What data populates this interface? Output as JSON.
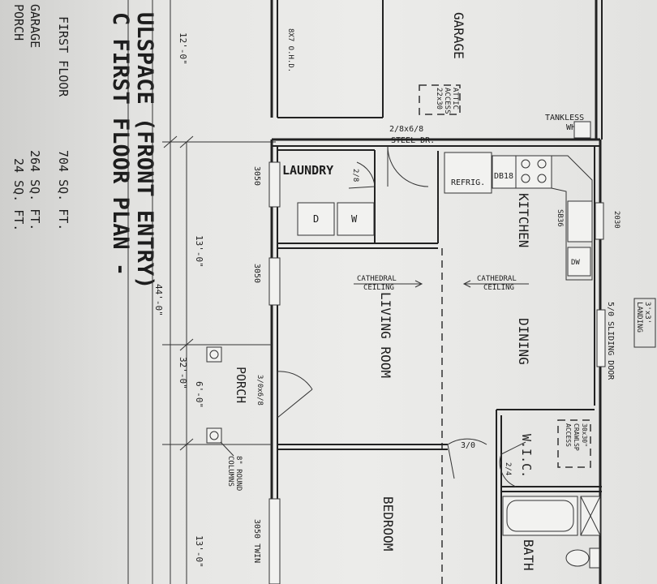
{
  "title": {
    "line1": "C FIRST FLOOR PLAN -",
    "line2": "ULSPACE (FRONT ENTRY)"
  },
  "area_table": [
    {
      "label": "FIRST FLOOR",
      "value": "704 SQ. FT."
    },
    {
      "label": "GARAGE",
      "value": "264 SQ. FT."
    },
    {
      "label": "PORCH",
      "value": "24 SQ. FT."
    }
  ],
  "rooms": {
    "garage": "GARAGE",
    "laundry": "LAUNDRY",
    "kitchen": "KITCHEN",
    "dining": "DINING",
    "living_room": "LIVING ROOM",
    "porch": "PORCH",
    "bedroom": "BEDROOM",
    "wic": "W.I.C.",
    "bath": "BATH"
  },
  "labels": {
    "attic_access": [
      "ATTIC",
      "ACCESS",
      "22x30"
    ],
    "ext_ohd": "8X7 O.H.D.",
    "tankless": [
      "TANKLESS",
      "WH"
    ],
    "steel_door": [
      "2/8x6/8",
      "STEEL DR."
    ],
    "refrig": "REFRIG.",
    "db18": "DB18",
    "sb36": "SB36",
    "dw": "DW",
    "window_2030": "2030",
    "landing": [
      "3'x3'",
      "LANDING"
    ],
    "sliding_door": "5/0 SLIDING DOOR",
    "cathedral_left": [
      "CATHEDRAL",
      "CEILING"
    ],
    "cathedral_right": [
      "CATHEDRAL",
      "CEILING"
    ],
    "laundry_door": "2/8",
    "window_3050_a": "3050",
    "window_3050_b": "3050",
    "window_3050_twin": "3050 TWIN",
    "front_door": "3/0x6/8",
    "columns": [
      "8\" ROUND",
      "COLUMNS"
    ],
    "bed_door": "3/0",
    "wic_door": "2/4",
    "crawl_access": [
      "30x30\"",
      "CRAWLSP",
      "ACCESS"
    ],
    "dryer": "D",
    "washer": "W"
  },
  "dimensions": {
    "d12": "12'-0\"",
    "d13a": "13'-0\"",
    "d6": "6'-0\"",
    "d13b": "13'-0\"",
    "d44": "44'-0\"",
    "d32": "32'-0\""
  }
}
